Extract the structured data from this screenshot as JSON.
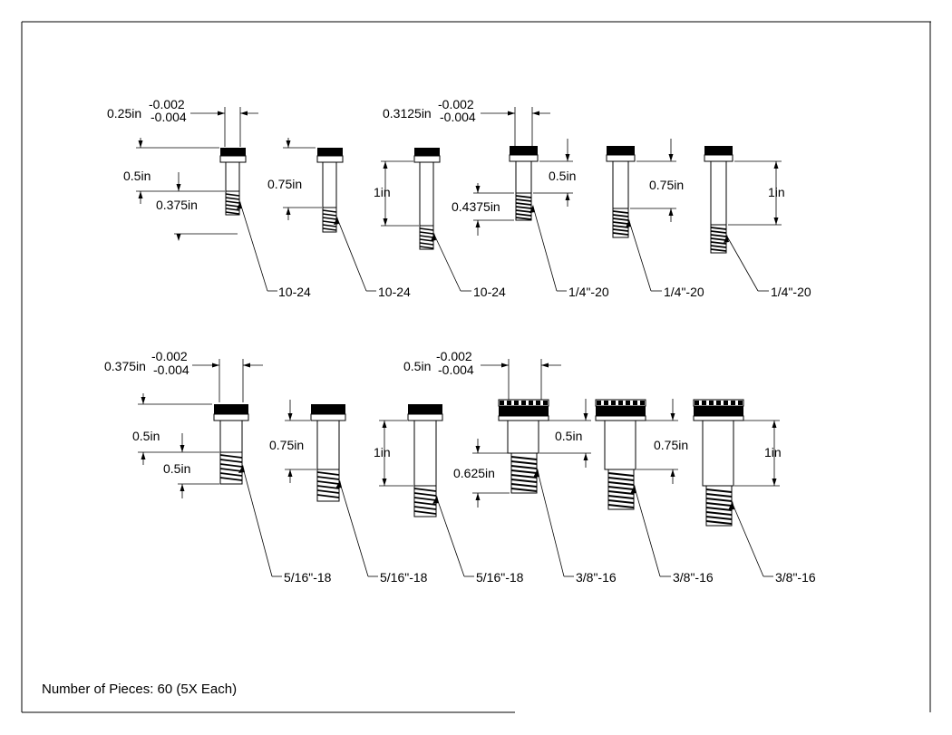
{
  "rows": [
    {
      "tolerance": {
        "dia": "0.25in",
        "plus": "-0.002",
        "minus": "-0.004"
      },
      "bolts": [
        {
          "len": "0.5in",
          "thread_len": "0.375in",
          "thread": "10-24"
        },
        {
          "len": "0.75in",
          "thread": "10-24"
        },
        {
          "len": "1in",
          "thread": "10-24"
        }
      ]
    },
    {
      "tolerance": {
        "dia": "0.3125in",
        "plus": "-0.002",
        "minus": "-0.004"
      },
      "bolts": [
        {
          "len": "0.5in",
          "thread_len": "0.4375in",
          "thread": "1/4\"-20"
        },
        {
          "len": "0.75in",
          "thread": "1/4\"-20"
        },
        {
          "len": "1in",
          "thread": "1/4\"-20"
        }
      ]
    },
    {
      "tolerance": {
        "dia": "0.375in",
        "plus": "-0.002",
        "minus": "-0.004"
      },
      "bolts": [
        {
          "len": "0.5in",
          "thread_len": "0.5in",
          "thread": "5/16\"-18"
        },
        {
          "len": "0.75in",
          "thread": "5/16\"-18"
        },
        {
          "len": "1in",
          "thread": "5/16\"-18"
        }
      ]
    },
    {
      "tolerance": {
        "dia": "0.5in",
        "plus": "-0.002",
        "minus": "-0.004"
      },
      "bolts": [
        {
          "len": "0.5in",
          "thread_len": "0.625in",
          "thread": "3/8\"-16"
        },
        {
          "len": "0.75in",
          "thread": "3/8\"-16"
        },
        {
          "len": "1in",
          "thread": "3/8\"-16"
        }
      ]
    }
  ],
  "note": "Number of Pieces: 60 (5X Each)"
}
